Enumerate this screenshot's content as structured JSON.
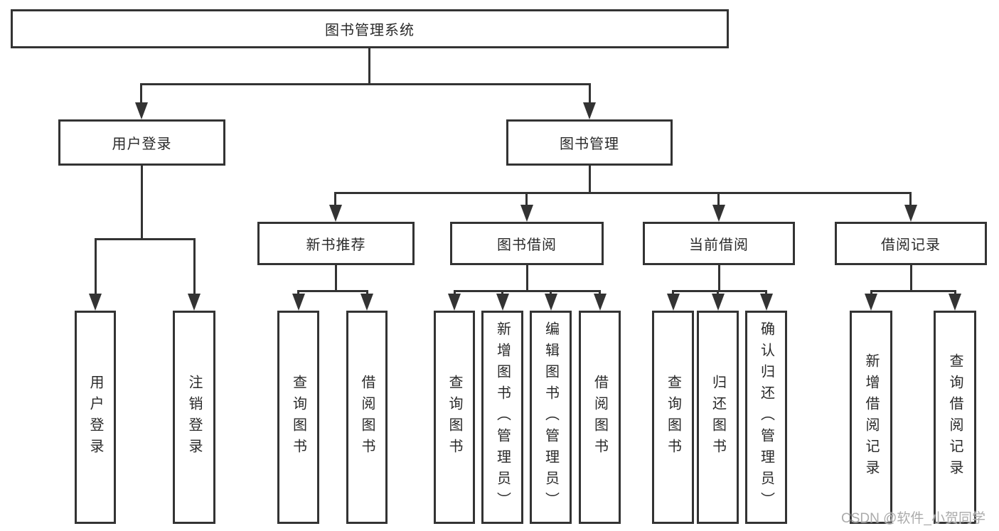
{
  "diagram_title": "图书管理系统",
  "tree": {
    "label": "图书管理系统",
    "children": [
      {
        "label": "用户登录",
        "children": [
          {
            "label": "用户登录"
          },
          {
            "label": "注销登录"
          }
        ]
      },
      {
        "label": "图书管理",
        "children": [
          {
            "label": "新书推荐",
            "children": [
              {
                "label": "查询图书"
              },
              {
                "label": "借阅图书"
              }
            ]
          },
          {
            "label": "图书借阅",
            "children": [
              {
                "label": "查询图书"
              },
              {
                "label": "新增图书（管理员）"
              },
              {
                "label": "编辑图书（管理员）"
              },
              {
                "label": "借阅图书"
              }
            ]
          },
          {
            "label": "当前借阅",
            "children": [
              {
                "label": "查询图书"
              },
              {
                "label": "归还图书"
              },
              {
                "label": "确认归还（管理员）"
              }
            ]
          },
          {
            "label": "借阅记录",
            "children": [
              {
                "label": "新增借阅记录"
              },
              {
                "label": "查询借阅记录"
              }
            ]
          }
        ]
      }
    ]
  },
  "watermark": {
    "text": "CSDN @软件_小贺同学",
    "color": "#ababab"
  },
  "colors": {
    "line": "#333333",
    "text": "#2a2a2a",
    "background": "#ffffff"
  }
}
